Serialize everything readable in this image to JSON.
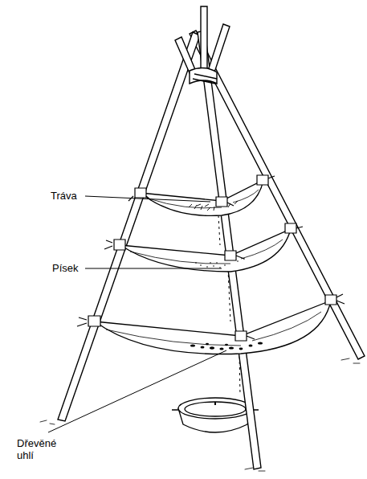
{
  "diagram": {
    "labels": [
      "Tráva",
      "Písek",
      "Dřevěné uhlí"
    ]
  }
}
